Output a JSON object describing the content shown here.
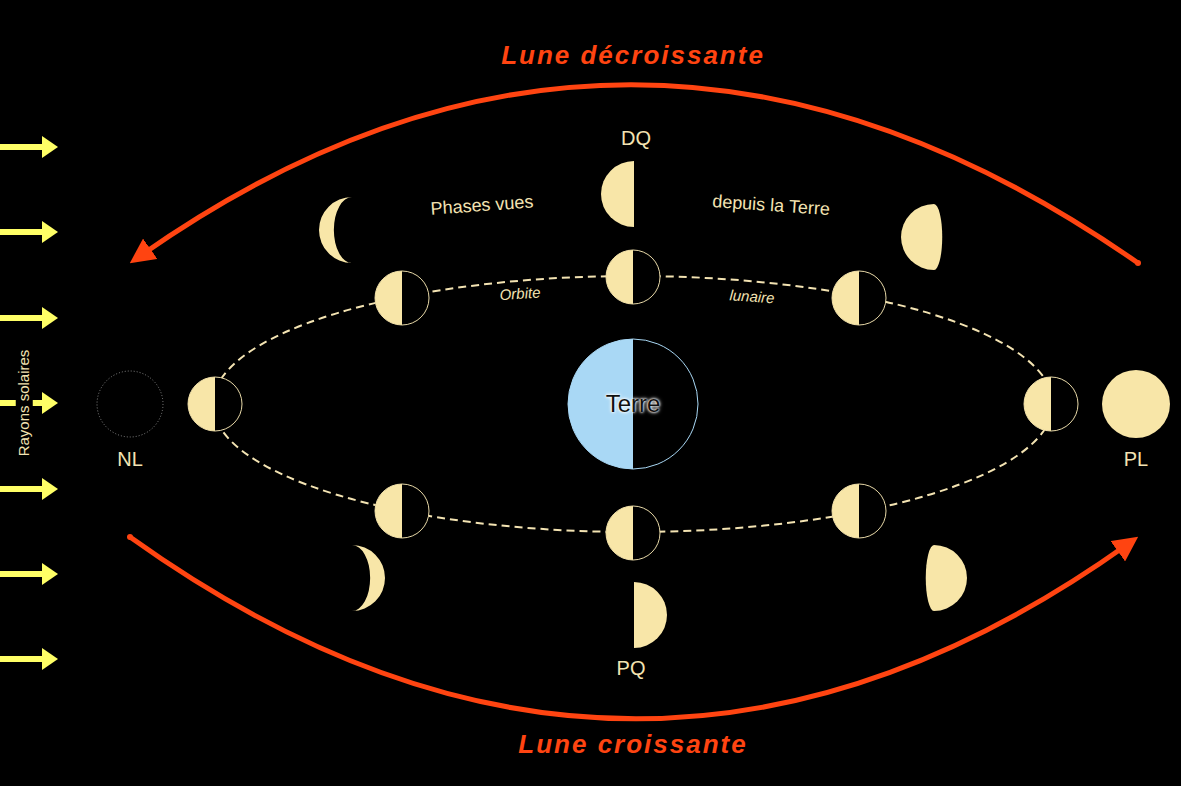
{
  "diagram": {
    "nodes": [
      {
        "text": [
          "Terre"
        ]
      }
    ],
    "labels": [
      "Lune décroissante",
      "DQ",
      "Phases vues",
      "depuis la Terre",
      "Orbite",
      "lunaire",
      "Rayons solaires",
      "NL",
      "PL",
      "PQ",
      "Lune croissante"
    ]
  }
}
